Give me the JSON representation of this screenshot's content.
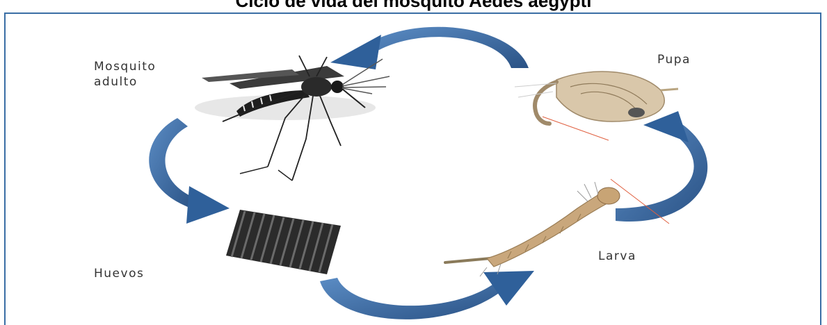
{
  "title": "Ciclo de vida del mosquito Aedes aegypti",
  "stages": {
    "adult": {
      "line1": "Mosquito",
      "line2": "adulto"
    },
    "pupa": "Pupa",
    "larva": "Larva",
    "eggs": "Huevos"
  },
  "colors": {
    "arrow": "#3d6fa8",
    "arrow_dark": "#2a5285",
    "frame": "#3a6ea5",
    "egg": "#2b2b2b",
    "mosquito": "#1e1e1e",
    "pupa": "#d9c7aa",
    "larva": "#c9a77c"
  }
}
